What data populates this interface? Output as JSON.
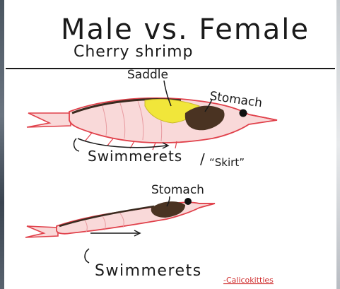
{
  "title": {
    "main": "Male vs. Female",
    "sub": "Cherry shrimp"
  },
  "female": {
    "saddle_label": "Saddle",
    "stomach_label": "Stomach",
    "swimmerets_label": "Swimmerets",
    "slash": "/",
    "skirt_label": "“Skirt”"
  },
  "male": {
    "stomach_label": "Stomach",
    "swimmerets_label": "Swimmerets"
  },
  "credit": "-Calicokitties",
  "colors": {
    "body_fill": "#f9d9d9",
    "outline": "#e0404a",
    "saddle": "#f1e63a",
    "stomach": "#4a3322",
    "ink": "#1a1a1a"
  }
}
